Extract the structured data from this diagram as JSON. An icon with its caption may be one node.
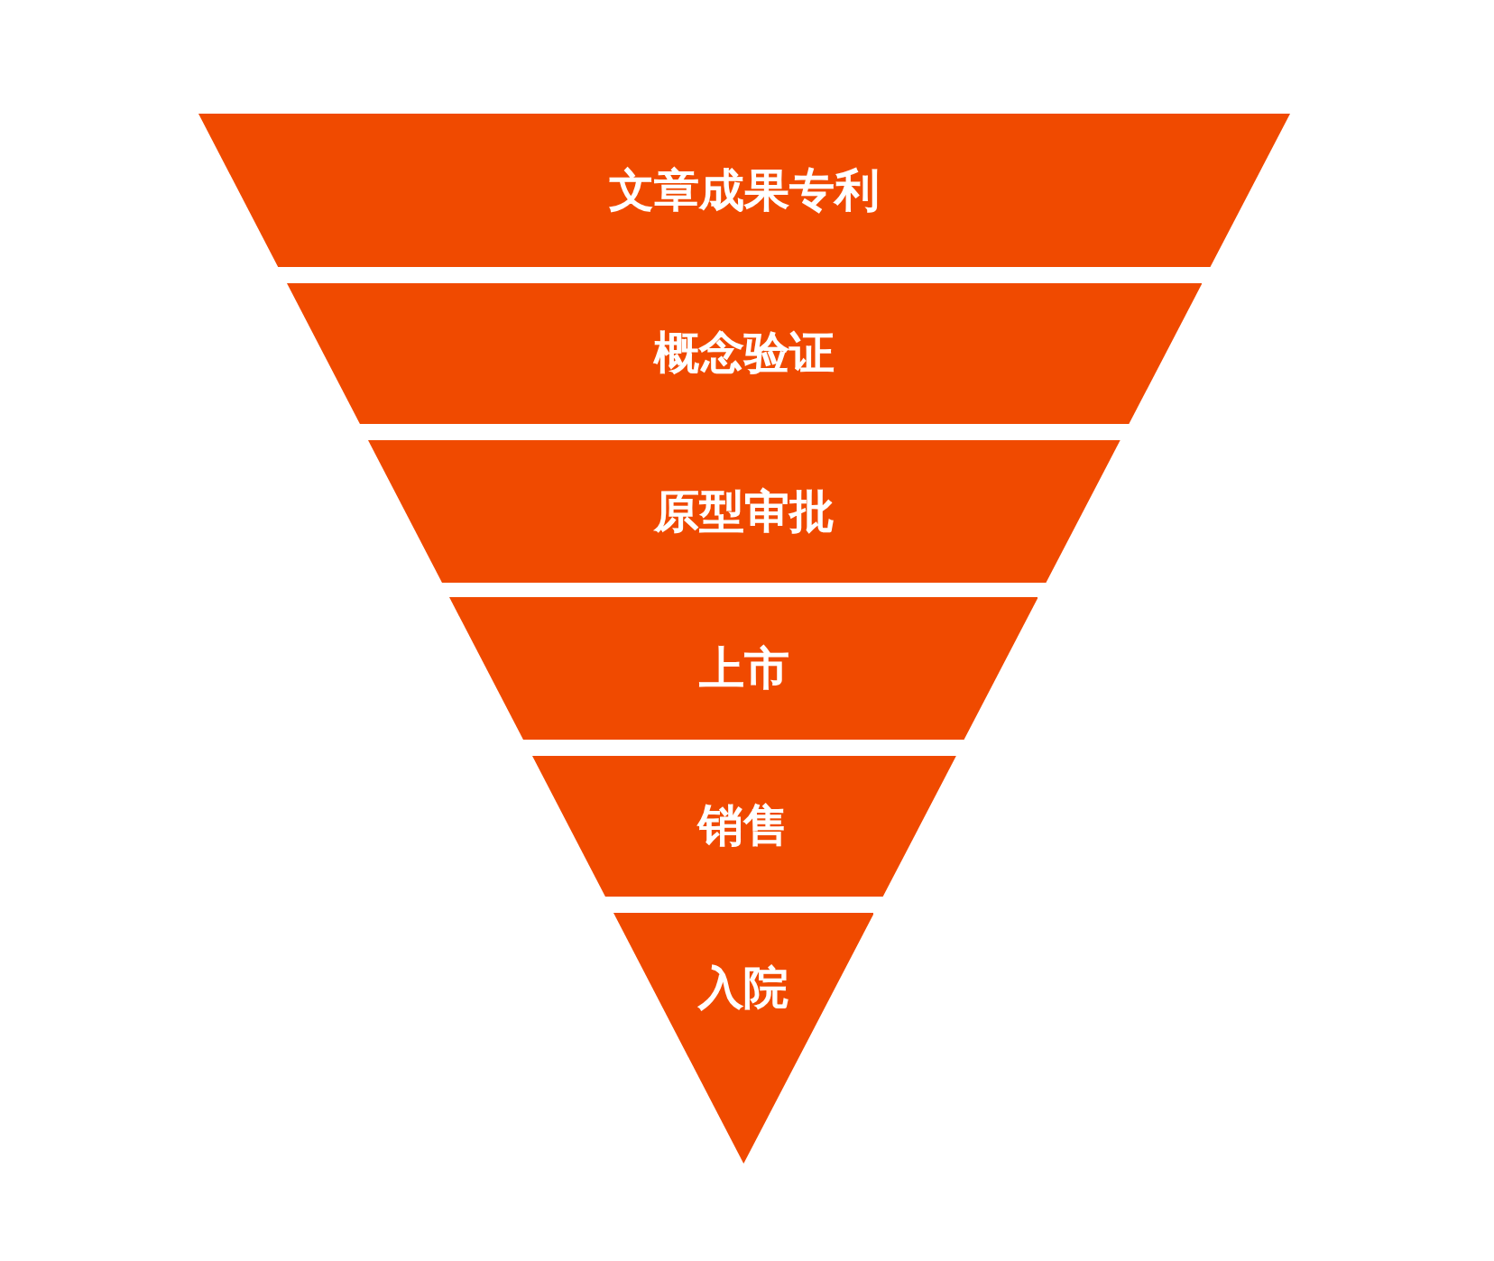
{
  "diagram": {
    "nodes": [
      {
        "text": [
          "文章成果专利"
        ]
      },
      {
        "text": [
          "概念验证"
        ]
      },
      {
        "text": [
          "原型审批"
        ]
      },
      {
        "text": [
          "上市"
        ]
      },
      {
        "text": [
          "销售"
        ]
      },
      {
        "text": [
          "入院"
        ]
      }
    ]
  }
}
